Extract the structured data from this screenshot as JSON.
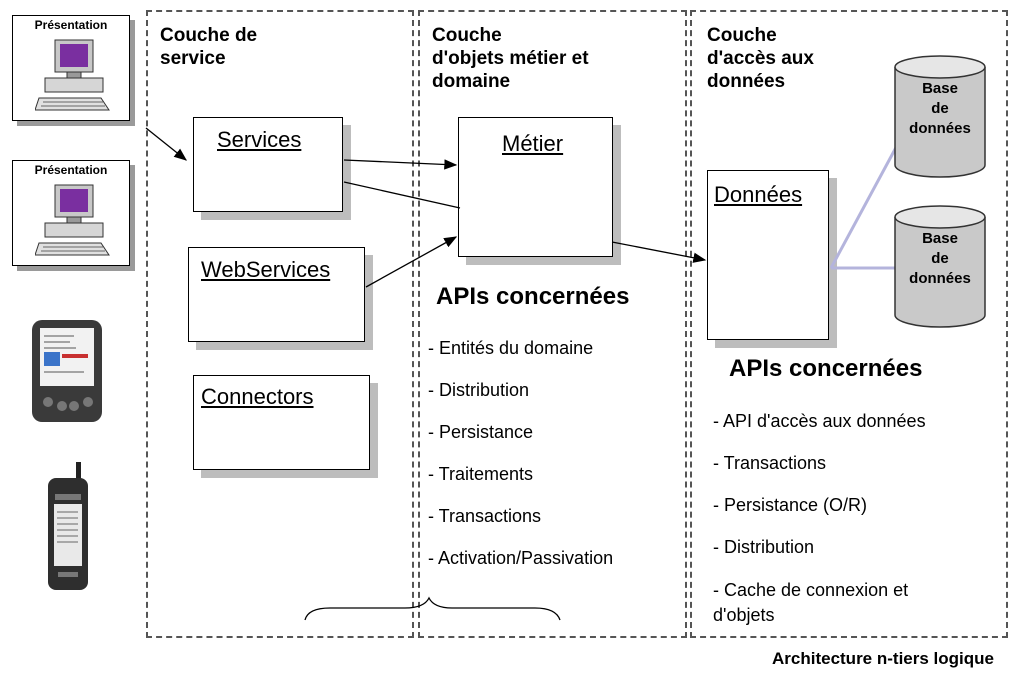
{
  "presentation": {
    "label_1": "Présentation",
    "label_2": "Présentation"
  },
  "layers": {
    "service": {
      "title": "Couche de\nservice"
    },
    "business": {
      "title": "Couche\nd'objets métier et\ndomaine"
    },
    "data": {
      "title": "Couche\nd'accès aux\ndonnées"
    }
  },
  "components": {
    "services": "Services",
    "webservices": "WebServices",
    "connectors": "Connectors",
    "metier": "Métier",
    "donnees": "Données"
  },
  "business_apis": {
    "title": "APIs concernées",
    "items": [
      "- Entités du domaine",
      "- Distribution",
      "- Persistance",
      "- Traitements",
      "- Transactions",
      "- Activation/Passivation"
    ]
  },
  "data_apis": {
    "title": "APIs concernées",
    "items": [
      "- API d'accès aux données",
      "- Transactions",
      "- Persistance (O/R)",
      "- Distribution",
      "- Cache de connexion et",
      "d'objets"
    ]
  },
  "databases": {
    "db1": "Base\nde\ndonnées",
    "db2": "Base\nde\ndonnées"
  },
  "caption": "Architecture n-tiers logique",
  "colors": {
    "db_link": "#b4b4dc",
    "shadow": "#bdbdbd"
  }
}
